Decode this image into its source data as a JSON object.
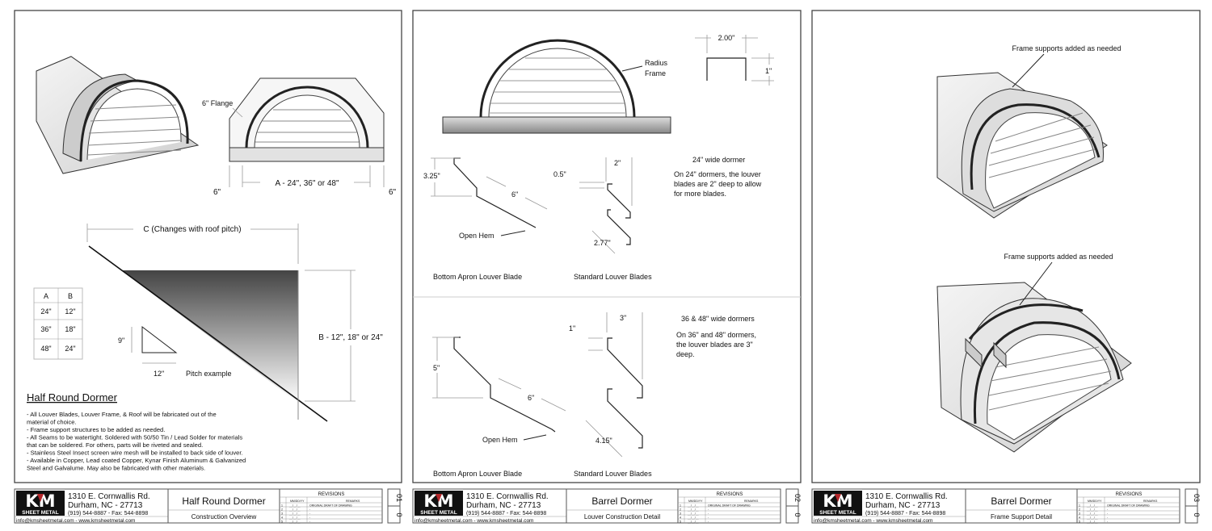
{
  "company": {
    "logo_text": "KM",
    "logo_subtext": "SHEET METAL",
    "address_line1": "1310 E. Cornwallis Rd.",
    "address_line2": "Durham, NC - 27713",
    "phone": "(919) 544-8887 - Fax: 544-8898",
    "web": "info@kmsheetmetal.com - www.kmsheetmetal.com"
  },
  "revisions": {
    "header": "REVISIONS",
    "col_date": "MM/DD/YY",
    "col_remarks": "REMARKS",
    "rows": [
      {
        "num": "1",
        "date": "__/__/__",
        "remark": "ORIGINAL DRAFT OF DRAWING"
      },
      {
        "num": "2",
        "date": "__/__/__",
        "remark": "-"
      },
      {
        "num": "3",
        "date": "__/__/__",
        "remark": "-"
      },
      {
        "num": "4",
        "date": "__/__/__",
        "remark": "-"
      },
      {
        "num": "5",
        "date": "__/__/__",
        "remark": "-"
      }
    ]
  },
  "sheets": [
    {
      "title": "Half Round Dormer",
      "subtitle": "Construction Overview",
      "sheet_no": "01",
      "rev": "0"
    },
    {
      "title": "Barrel Dormer",
      "subtitle": "Louver Construction Detail",
      "sheet_no": "02",
      "rev": "0"
    },
    {
      "title": "Barrel Dormer",
      "subtitle": "Frame Support Detail",
      "sheet_no": "03",
      "rev": "0"
    }
  ],
  "sheet1": {
    "flange_label": "6\" Flange",
    "dim_a": "A - 24\", 36\" or 48\"",
    "dim_flange_left": "6\"",
    "dim_flange_right": "6\"",
    "dim_c": "C (Changes with roof pitch)",
    "dim_b": "B - 12\", 18\" or 24\"",
    "table": {
      "headers": [
        "A",
        "B"
      ],
      "rows": [
        [
          "24\"",
          "12\""
        ],
        [
          "36\"",
          "18\""
        ],
        [
          "48\"",
          "24\""
        ]
      ]
    },
    "pitch_rise": "9\"",
    "pitch_run": "12\"",
    "pitch_label": "Pitch example",
    "heading": "Half Round Dormer",
    "notes": [
      "- All Louver Blades, Louver Frame, & Roof will be fabricated out of the",
      "material of choice.",
      "- Frame support structures to be added as needed.",
      "- All Seams to be watertight. Soldered with 50/50 Tin / Lead Solder for materials",
      "that can be soldered. For others, parts will be riveted and sealed.",
      "- Stainless Steel Insect screen wire mesh will be installed to back side of louver.",
      "- Available in Copper, Lead coated Copper, Kynar Finish Aluminum & Galvanized",
      "Steel and Galvalume. May also be fabricated with other materials."
    ]
  },
  "sheet2": {
    "radius_frame": [
      "Radius",
      "Frame"
    ],
    "channel_width": "2.00\"",
    "channel_height": "1\"",
    "top": {
      "heading": "24\" wide dormer",
      "text": [
        "On 24\" dormers, the louver",
        "blades are 2\" deep to allow",
        "for more blades."
      ],
      "apron_height": "3.25\"",
      "apron_length": "6\"",
      "open_hem": "Open Hem",
      "blade_depth": "2\"",
      "hem": "0.5\"",
      "blade_length": "2.77\"",
      "apron_label": "Bottom Apron Louver Blade",
      "standard_label": "Standard Louver Blades"
    },
    "bottom": {
      "heading": "36 & 48\" wide dormers",
      "text": [
        "On 36\" and 48\" dormers,",
        "the louver blades are 3\"",
        "deep."
      ],
      "apron_height": "5\"",
      "apron_length": "6\"",
      "open_hem": "Open Hem",
      "blade_depth": "3\"",
      "hem": "1\"",
      "blade_length": "4.15\"",
      "apron_label": "Bottom Apron Louver Blade",
      "standard_label": "Standard Louver Blades"
    }
  },
  "sheet3": {
    "callout_top": "Frame supports added as needed",
    "callout_bottom": "Frame supports added as needed"
  },
  "colors": {
    "line": "#222222",
    "dimension": "#9a9a9a",
    "logo_bg": "#111111",
    "logo_accent": "#b3262a"
  }
}
